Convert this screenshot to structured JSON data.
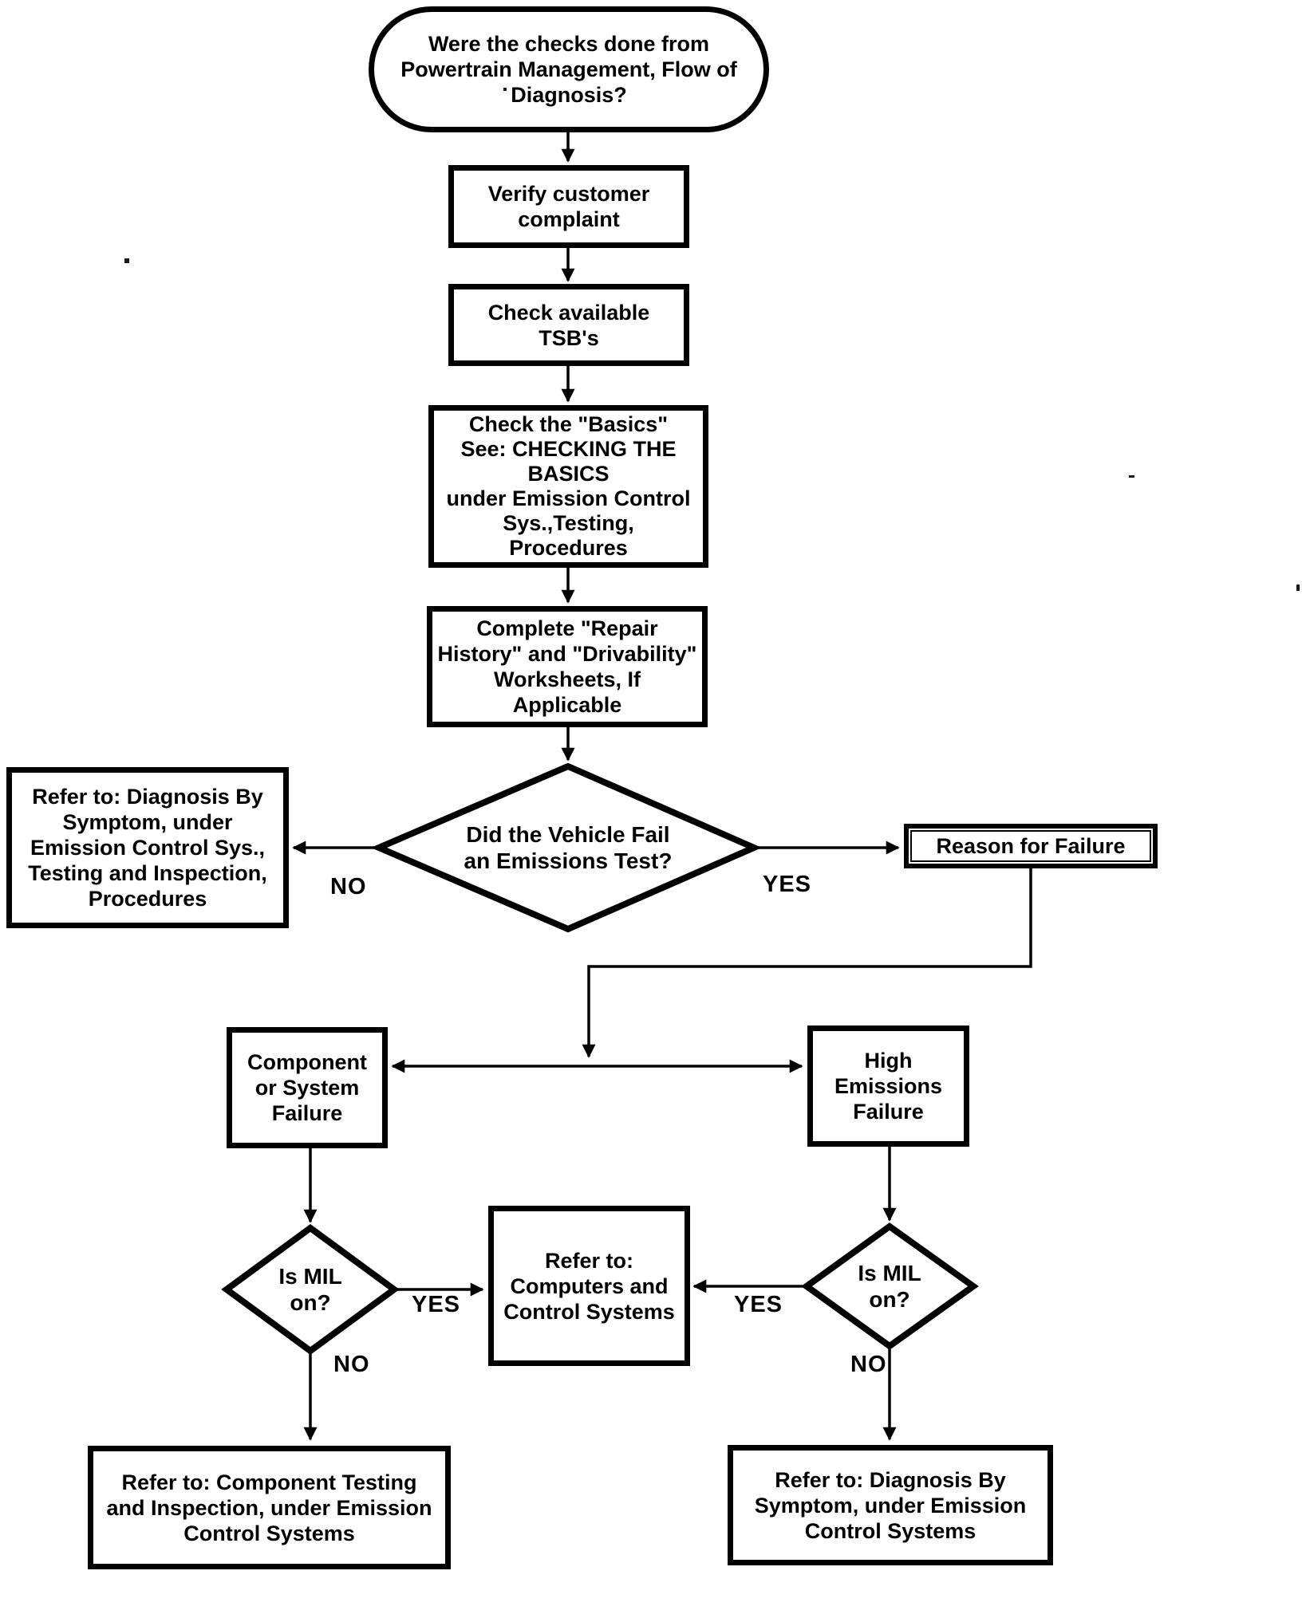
{
  "diagram_title": "Emissions diagnosis flowchart",
  "ink_color": "#000000",
  "background_color": "#ffffff",
  "nodes": {
    "start": {
      "text": "Were the checks done from\nPowertrain Management, Flow  of\nDiagnosis?"
    },
    "verify_complaint": {
      "text": "Verify customer\ncomplaint"
    },
    "check_tsbs": {
      "text": "Check available\nTSB's"
    },
    "check_basics": {
      "text": "Check the \"Basics\"\nSee: CHECKING THE\nBASICS\nunder Emission Control\nSys.,Testing,\nProcedures"
    },
    "worksheets": {
      "text": "Complete \"Repair\nHistory\" and \"Drivability\"\nWorksheets, If\nApplicable"
    },
    "emissions_test_decision": {
      "text": "Did the Vehicle Fail\nan Emissions Test?"
    },
    "refer_symptom_procedures": {
      "text": "Refer to: Diagnosis By\nSymptom, under\nEmission Control Sys.,\nTesting and Inspection,\nProcedures"
    },
    "reason_for_failure": {
      "text": "Reason for Failure"
    },
    "component_failure": {
      "text": "Component\nor System\nFailure"
    },
    "high_emissions_failure": {
      "text": "High\nEmissions\nFailure"
    },
    "mil_left_decision": {
      "text": "Is  MIL\non?"
    },
    "refer_computers": {
      "text": "Refer to:\nComputers and\nControl Systems"
    },
    "mil_right_decision": {
      "text": "Is MIL\non?"
    },
    "refer_component_testing": {
      "text": "Refer to: Component Testing\nand Inspection, under Emission\nControl Systems"
    },
    "refer_symptom_systems": {
      "text": "Refer to: Diagnosis By\nSymptom, under Emission\nControl Systems"
    }
  },
  "edge_labels": {
    "emissions_no": "NO",
    "emissions_yes": "YES",
    "mil_left_yes": "YES",
    "mil_left_no": "NO",
    "mil_right_yes": "YES",
    "mil_right_no": "NO"
  }
}
